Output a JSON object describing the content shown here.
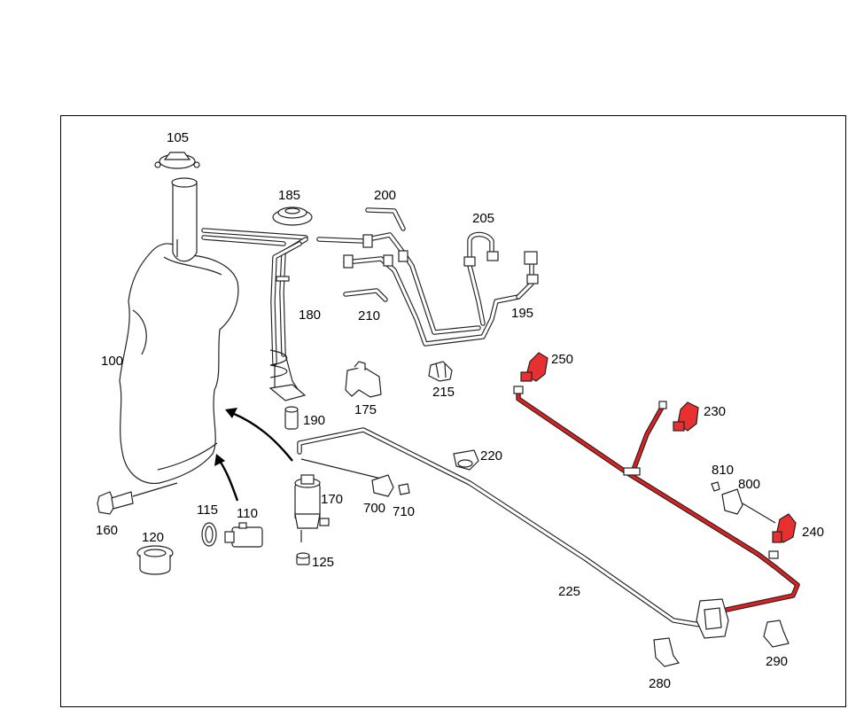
{
  "diagram": {
    "callouts": {
      "p100": "100",
      "p105": "105",
      "p110": "110",
      "p115": "115",
      "p120": "120",
      "p125": "125",
      "p160": "160",
      "p170": "170",
      "p175": "175",
      "p180": "180",
      "p185": "185",
      "p190": "190",
      "p195": "195",
      "p200": "200",
      "p205": "205",
      "p210": "210",
      "p215": "215",
      "p220": "220",
      "p225": "225",
      "p230": "230",
      "p240": "240",
      "p250": "250",
      "p280": "280",
      "p290": "290",
      "p700": "700",
      "p710": "710",
      "p800": "800",
      "p810": "810"
    },
    "colors": {
      "highlight": "#e02020",
      "outline": "#222222",
      "background": "#ffffff"
    }
  }
}
